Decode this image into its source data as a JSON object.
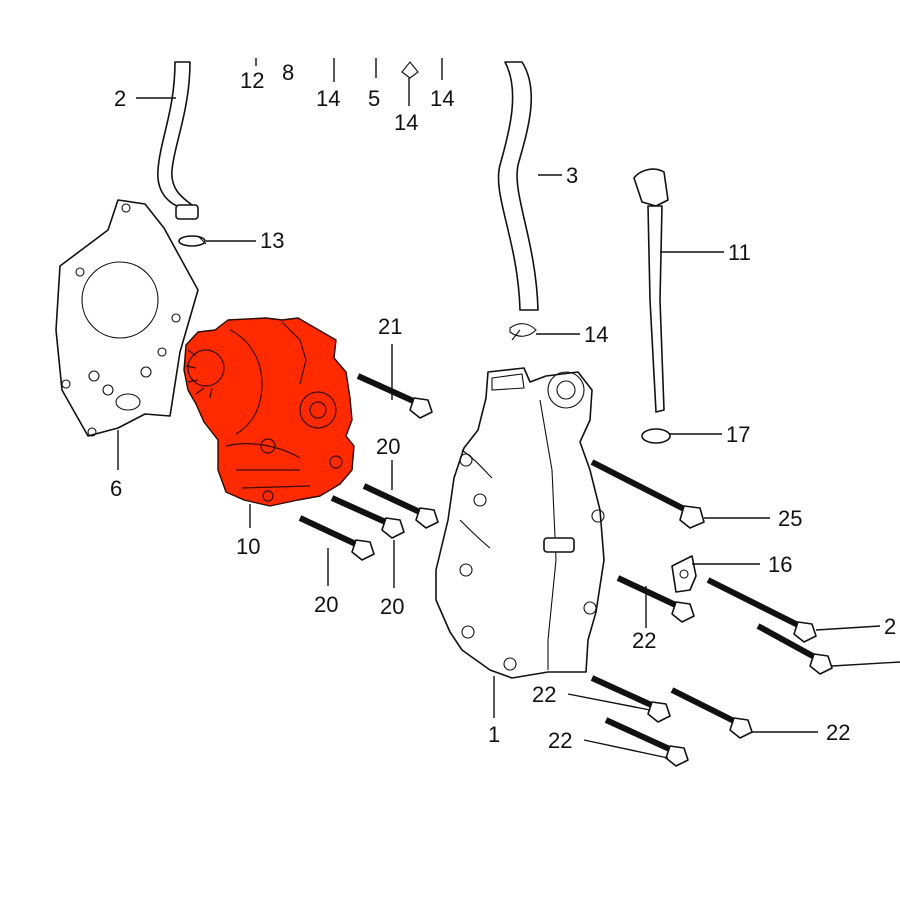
{
  "diagram": {
    "highlight_color": "#ff2a00",
    "callouts": [
      {
        "id": "c1",
        "text": "1"
      },
      {
        "id": "c2",
        "text": "2"
      },
      {
        "id": "c3",
        "text": "3"
      },
      {
        "id": "c5",
        "text": "5"
      },
      {
        "id": "c6",
        "text": "6"
      },
      {
        "id": "c8",
        "text": "8"
      },
      {
        "id": "c10",
        "text": "10"
      },
      {
        "id": "c11",
        "text": "11"
      },
      {
        "id": "c12",
        "text": "12"
      },
      {
        "id": "c13",
        "text": "13"
      },
      {
        "id": "c14a",
        "text": "14"
      },
      {
        "id": "c14b",
        "text": "14"
      },
      {
        "id": "c14c",
        "text": "14"
      },
      {
        "id": "c14d",
        "text": "14"
      },
      {
        "id": "c16",
        "text": "16"
      },
      {
        "id": "c17",
        "text": "17"
      },
      {
        "id": "c20a",
        "text": "20"
      },
      {
        "id": "c20b",
        "text": "20"
      },
      {
        "id": "c20c",
        "text": "20"
      },
      {
        "id": "c21",
        "text": "21"
      },
      {
        "id": "c22a",
        "text": "22"
      },
      {
        "id": "c22b",
        "text": "22"
      },
      {
        "id": "c22c",
        "text": "22"
      },
      {
        "id": "c22d",
        "text": "22"
      },
      {
        "id": "c25",
        "text": "25"
      },
      {
        "id": "c2x",
        "text": "2"
      }
    ]
  }
}
